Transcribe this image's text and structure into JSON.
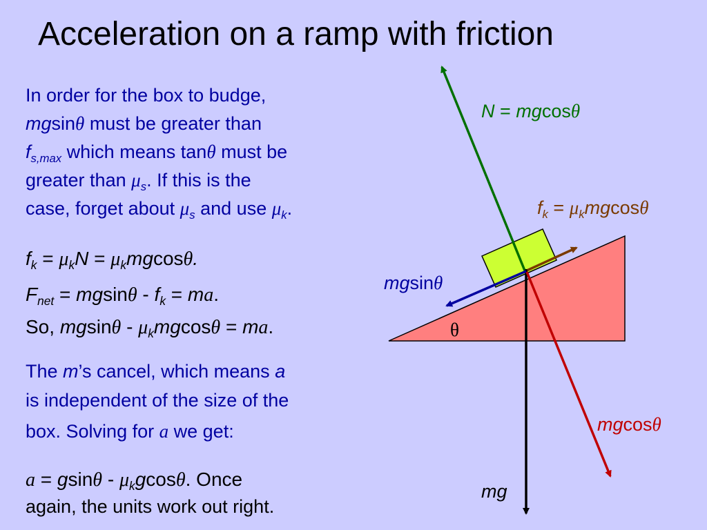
{
  "title": "Acceleration on a ramp with friction",
  "text": {
    "in_order": "In order for the box to budge,",
    "must_greater": "must be greater than",
    "which_means": "which means",
    "must_be": "must be",
    "greater_than": "greater than",
    "if_this": ". If this is the",
    "case_forget": "case, forget about",
    "and_use": "and use",
    "period": ".",
    "so": "So,",
    "the": "The",
    "cancel": "’s cancel, which means",
    "independent": "is independent of the size of the",
    "box_solving": "box.  Solving for",
    "we_get": "we get:",
    "once": ". Once",
    "again": "again, the units work out right."
  },
  "sym": {
    "mg": "mg",
    "m": "m",
    "a": "a",
    "g": "g",
    "N": "N",
    "F": "F",
    "f": "f",
    "mu": "μ",
    "theta": "θ",
    "sin": "sin",
    "cos": "cos",
    "tan": "tan",
    "s": "s",
    "k": "k",
    "smax": "s,max",
    "net": "net",
    "eq": "=",
    "minus": "-",
    "dot": "."
  },
  "diagram": {
    "labels": {
      "N": "N",
      "mg": "mg",
      "cos": "cos",
      "sin": "sin",
      "theta": "θ",
      "f": "f",
      "k": "k",
      "mu": "μ",
      "eq": "="
    },
    "colors": {
      "background": "#ccccff",
      "ramp": "#ff7f7f",
      "box": "#ccff33",
      "normal": "#007000",
      "friction": "#7a3a00",
      "gravity": "#000000",
      "mgsin": "#0000a0",
      "mgcos": "#c00000"
    }
  }
}
